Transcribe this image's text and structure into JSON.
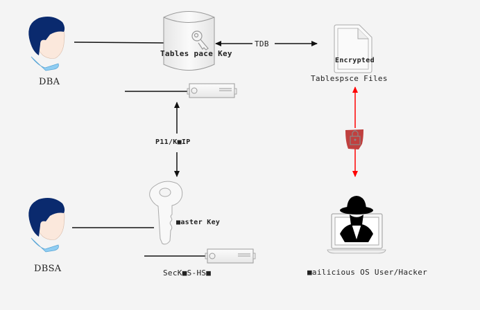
{
  "diagram": {
    "actors": {
      "dba": "DBA",
      "dbsa": "DBSA",
      "hacker": "■ailicious OS User/Hacker"
    },
    "nodes": {
      "tablespace_key": "Tables pace Key",
      "encrypted_label": "Encrypted",
      "tablespace_files": "Tablespsce Files",
      "master_key": "■aster Key",
      "hsm": "SecK■S-HS■"
    },
    "edges": {
      "tdb": "TDB",
      "protocol": "P11/K■IP"
    },
    "colors": {
      "background": "#f4f4f4",
      "line": "#111111",
      "attack_arrow": "#ff0000",
      "lock_shield": "#c0403f",
      "hair": "#0a2a6e",
      "collar": "#8fcdf2"
    }
  }
}
